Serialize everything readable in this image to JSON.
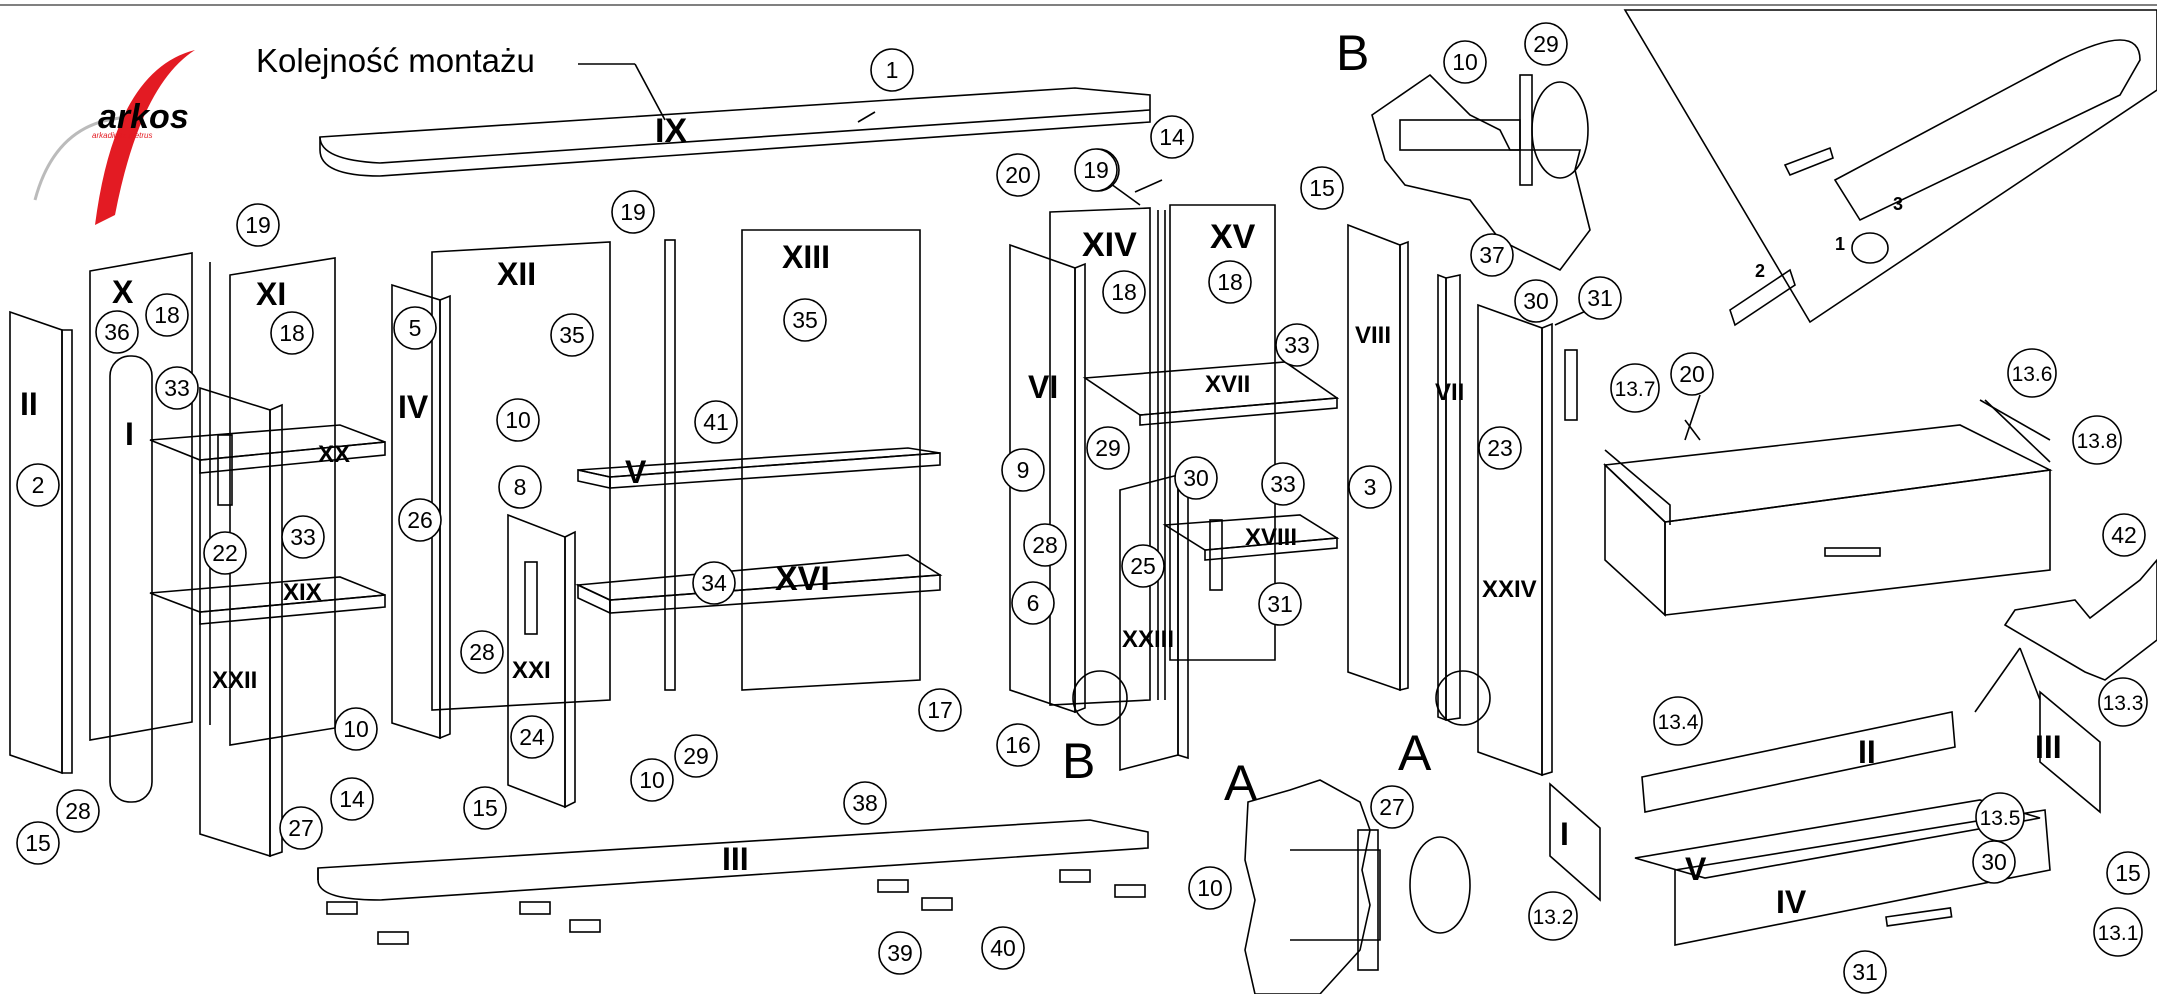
{
  "title": "Kolejność montażu",
  "logo": {
    "brand": "arkos",
    "tagline": "arkadiusz pietrus"
  },
  "views": {
    "a": "A",
    "b": "B"
  },
  "romans": [
    "IX",
    "X",
    "XI",
    "XII",
    "XIII",
    "XIV",
    "XV",
    "II",
    "I",
    "IV",
    "V",
    "VI",
    "VII",
    "VIII",
    "XVI",
    "XVII",
    "XVIII",
    "XIX",
    "XX",
    "XXI",
    "XXII",
    "XXIII",
    "XXIV",
    "III",
    "drawer_II",
    "drawer_III",
    "drawer_I",
    "drawer_IV",
    "drawer_V"
  ],
  "labels": {
    "r_IX": "IX",
    "r_X": "X",
    "r_XI": "XI",
    "r_XII": "XII",
    "r_XIII": "XIII",
    "r_XIV": "XIV",
    "r_XV": "XV",
    "r_II": "II",
    "r_I": "I",
    "r_IV": "IV",
    "r_V": "V",
    "r_VI": "VI",
    "r_VII": "VII",
    "r_VIII": "VIII",
    "r_XVI": "XVI",
    "r_XVII": "XVII",
    "r_XVIII": "XVIII",
    "r_XIX": "XIX",
    "r_XX": "XX",
    "r_XXI": "XXI",
    "r_XXII": "XXII",
    "r_XXIII": "XXIII",
    "r_XXIV": "XXIV",
    "r_III": "III",
    "d_II": "II",
    "d_III": "III",
    "d_I": "I",
    "d_IV": "IV",
    "d_V": "V"
  },
  "callouts": {
    "c1": "1",
    "c19a": "19",
    "c19b": "19",
    "c19c": "19",
    "c18a": "18",
    "c36": "36",
    "c18b": "18",
    "c2": "2",
    "c33a": "33",
    "c22": "22",
    "c33b": "33",
    "c15a": "15",
    "c28a": "28",
    "c10a": "10",
    "c27a": "27",
    "c14a": "14",
    "c5": "5",
    "c35a": "35",
    "c10b": "10",
    "c8": "8",
    "c26": "26",
    "c28b": "28",
    "c15b": "15",
    "c24": "24",
    "c10c": "10",
    "c29a": "29",
    "c35b": "35",
    "c41": "41",
    "c34": "34",
    "c38": "38",
    "c39": "39",
    "c40": "40",
    "c20a": "20",
    "c19d": "19",
    "c14b": "14",
    "c18c": "18",
    "c18d": "18",
    "c33c": "33",
    "c33d": "33",
    "c9": "9",
    "c29b": "29",
    "c30a": "30",
    "c28c": "28",
    "c25": "25",
    "c31a": "31",
    "c6": "6",
    "c17": "17",
    "c16": "16",
    "c15c": "15",
    "c3": "3",
    "c37": "37",
    "c30b": "30",
    "c31b": "31",
    "c23": "23",
    "c10d": "10",
    "c29c": "29",
    "c10e": "10",
    "c27b": "27",
    "c137": "13.7",
    "c20b": "20",
    "c136": "13.6",
    "c138": "13.8",
    "c42": "42",
    "c134": "13.4",
    "c133": "13.3",
    "c135": "13.5",
    "c30c": "30",
    "c15d": "15",
    "c132": "13.2",
    "c131": "13.1",
    "c31c": "31",
    "screw_1": "1",
    "screw_2": "2",
    "screw_3": "3"
  }
}
